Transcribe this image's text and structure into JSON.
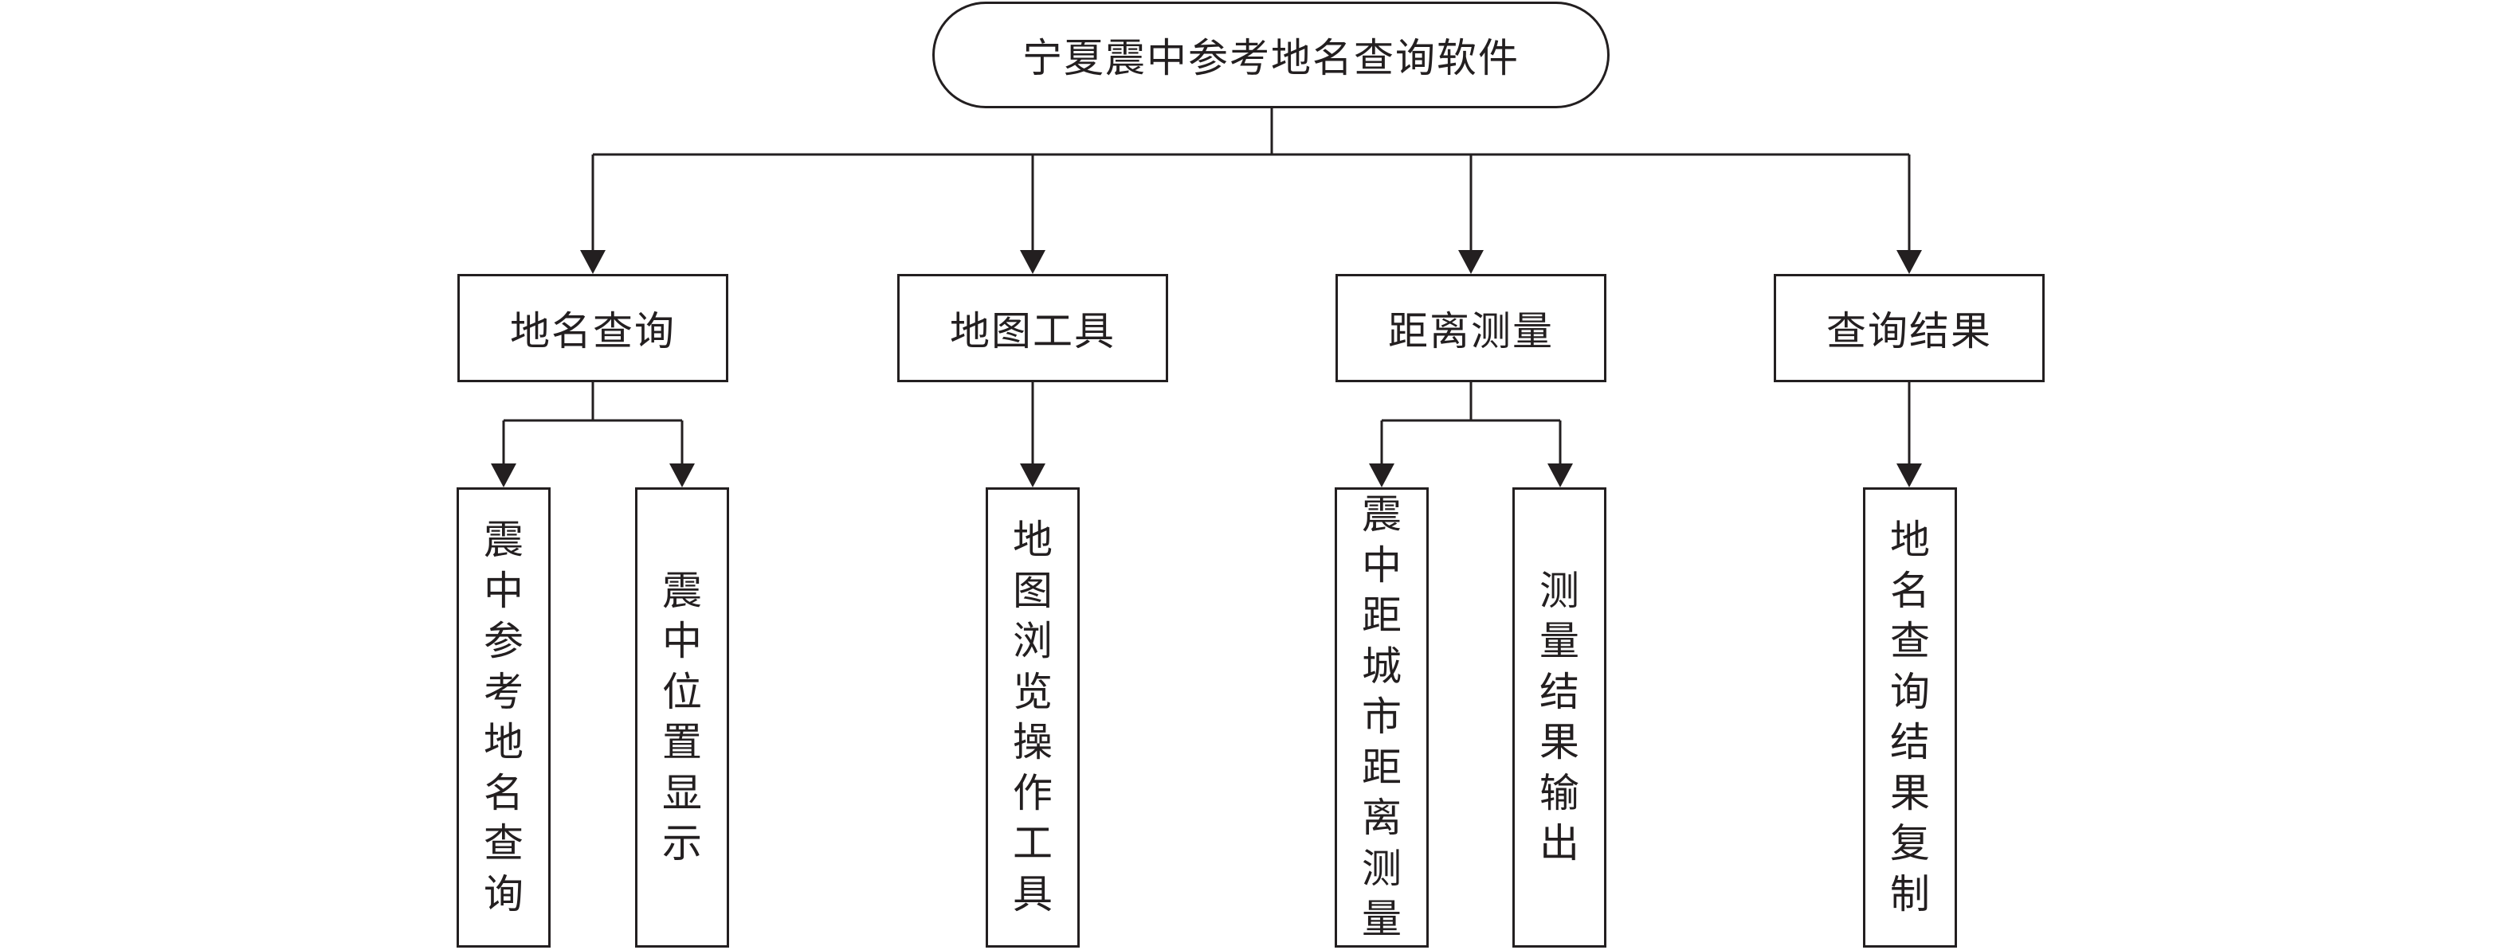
{
  "root": {
    "label": "宁夏震中参考地名查询软件"
  },
  "modules": [
    {
      "label": "地名查询",
      "features": [
        {
          "label": "震中参考地名查询"
        },
        {
          "label": "震中位置显示"
        }
      ]
    },
    {
      "label": "地图工具",
      "features": [
        {
          "label": "地图浏览操作工具"
        }
      ]
    },
    {
      "label": "距离测量",
      "features": [
        {
          "label": "震中距城市距离测量"
        },
        {
          "label": "测量结果输出"
        }
      ]
    },
    {
      "label": "查询结果",
      "features": [
        {
          "label": "地名查询结果复制"
        }
      ]
    }
  ],
  "colors": {
    "line": "#231f20",
    "background": "#ffffff"
  }
}
